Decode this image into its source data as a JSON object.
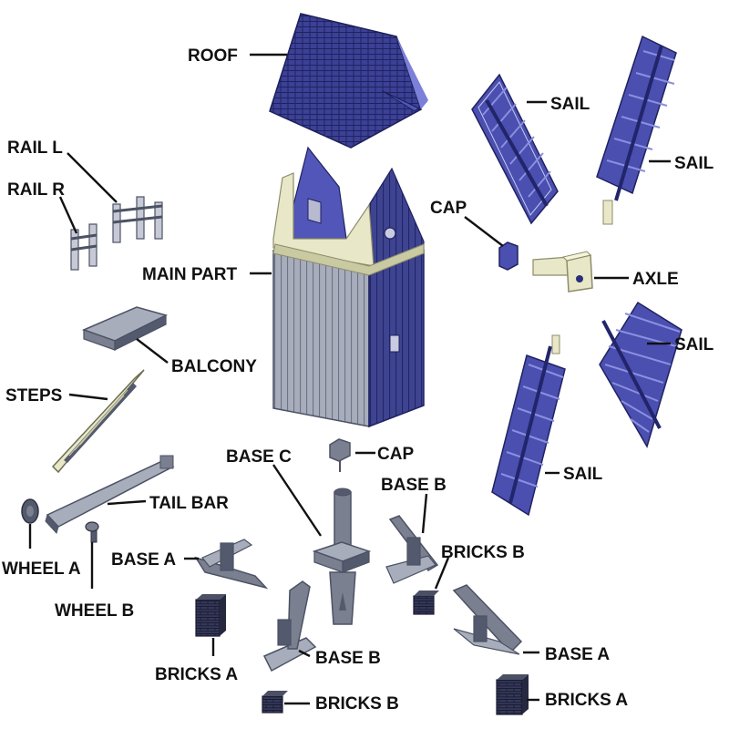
{
  "labels": {
    "roof": "ROOF",
    "rail_l": "RAIL L",
    "rail_r": "RAIL R",
    "main_part": "MAIN PART",
    "balcony": "BALCONY",
    "steps": "STEPS",
    "tail_bar": "TAIL BAR",
    "wheel_a": "WHEEL A",
    "wheel_b": "WHEEL B",
    "base_a_left": "BASE A",
    "bricks_a_left": "BRICKS A",
    "base_c": "BASE C",
    "cap_top": "CAP",
    "base_b_top": "BASE B",
    "bricks_b_top": "BRICKS B",
    "base_b_bottom": "BASE B",
    "bricks_b_bottom": "BRICKS B",
    "base_a_right": "BASE A",
    "bricks_a_right": "BRICKS A",
    "sail_1": "SAIL",
    "sail_2": "SAIL",
    "cap_axle": "CAP",
    "axle": "AXLE",
    "sail_3": "SAIL",
    "sail_4": "SAIL"
  },
  "colors": {
    "blue_dark": "#2b2f7a",
    "blue_mid": "#5256b8",
    "blue_light": "#8a8fe0",
    "grey_dark": "#545a6e",
    "grey_mid": "#7a8090",
    "grey_light": "#a7adbb",
    "cream": "#e8e8c8",
    "cream_dark": "#c9c9a2"
  }
}
